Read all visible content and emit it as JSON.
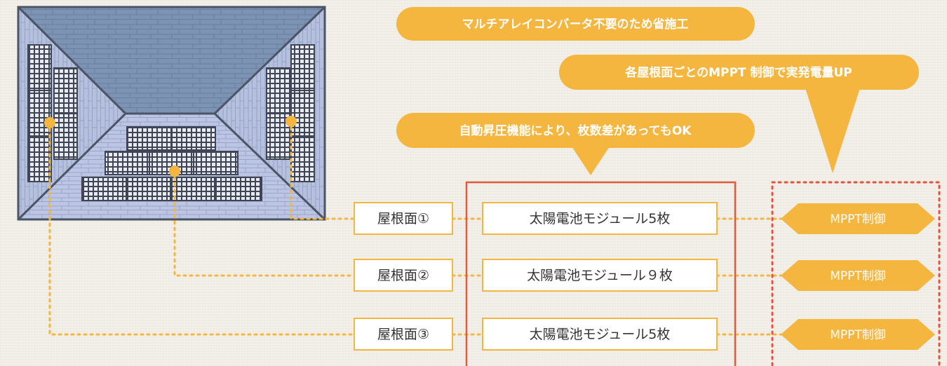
{
  "colors": {
    "accent": "#f4b63f",
    "roof_top": "#7d93b3",
    "roof_side": "#b4c0de",
    "roof_bottom": "#bcc6e4",
    "roof_outline": "#4c5566",
    "group_border": "#e05a3c",
    "mppt_border": "#e55340",
    "box_border": "#f4b63f"
  },
  "callouts": {
    "no_converter": "マルチアレイコンバータ不要のため省施工",
    "mppt_each_roof": "各屋根面ごとのMPPT 制御で実発電量UP",
    "auto_boost": "自動昇圧機能により、枚数差があってもOK"
  },
  "rows": [
    {
      "roof_label": "屋根面①",
      "module_label": "太陽電池モジュール5枚",
      "mppt_label": "MPPT制御"
    },
    {
      "roof_label": "屋根面②",
      "module_label": "太陽電池モジュール９枚",
      "mppt_label": "MPPT制御"
    },
    {
      "roof_label": "屋根面③",
      "module_label": "太陽電池モジュール5枚",
      "mppt_label": "MPPT制御"
    }
  ]
}
